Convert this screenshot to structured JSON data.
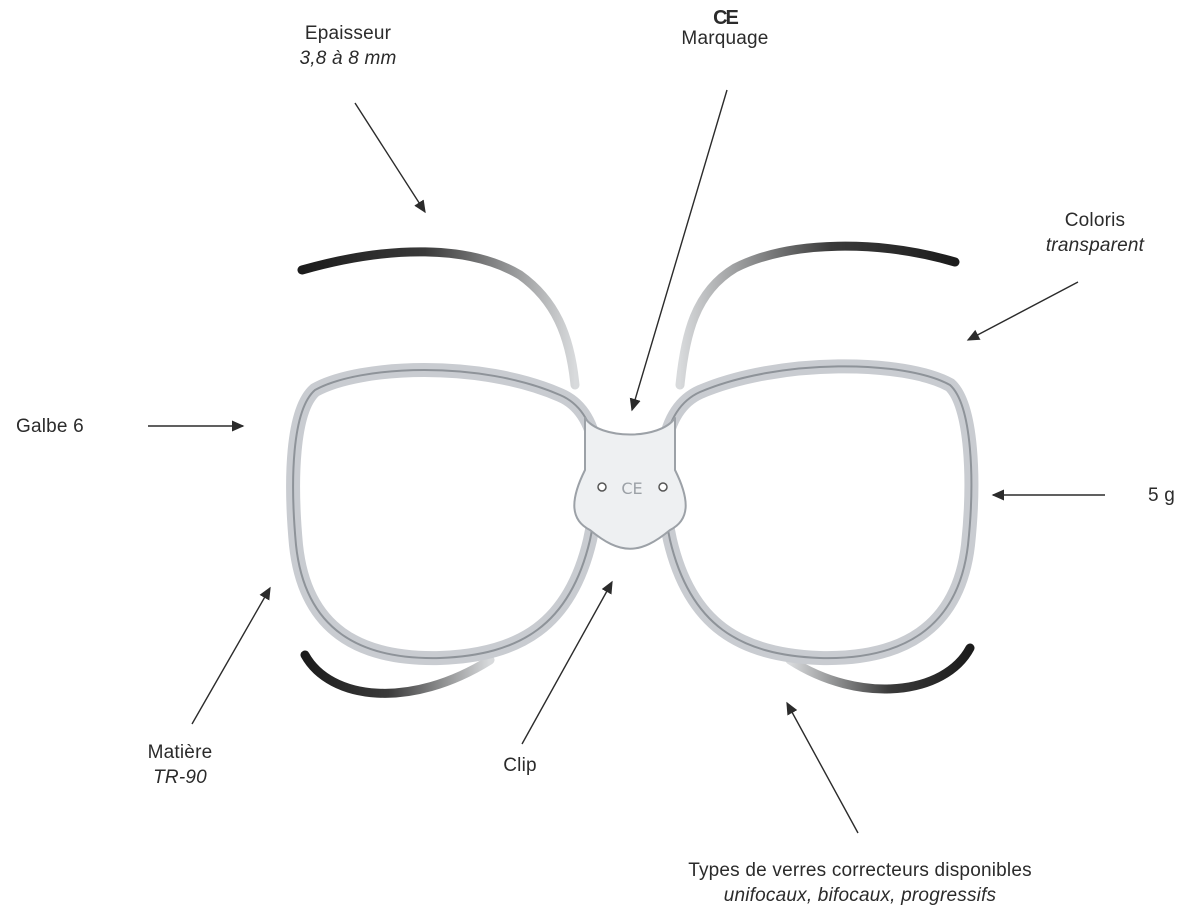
{
  "labels": {
    "epaisseur": {
      "title": "Epaisseur",
      "value": "3,8 à 8 mm"
    },
    "marquage": {
      "mark": "CE",
      "title": "Marquage"
    },
    "coloris": {
      "title": "Coloris",
      "value": "transparent"
    },
    "galbe": {
      "title": "Galbe 6"
    },
    "poids": {
      "title": "5 g"
    },
    "matiere": {
      "title": "Matière",
      "value": "TR-90"
    },
    "clip": {
      "title": "Clip"
    },
    "types": {
      "title": "Types de verres correcteurs disponibles",
      "value": "unifocaux, bifocaux, progressifs"
    }
  },
  "colors": {
    "text": "#2b2b2b",
    "arrow": "#2b2b2b",
    "frame_edge": "#c9ccd1",
    "frame_dark": "#2a2a2a",
    "background": "#ffffff"
  }
}
